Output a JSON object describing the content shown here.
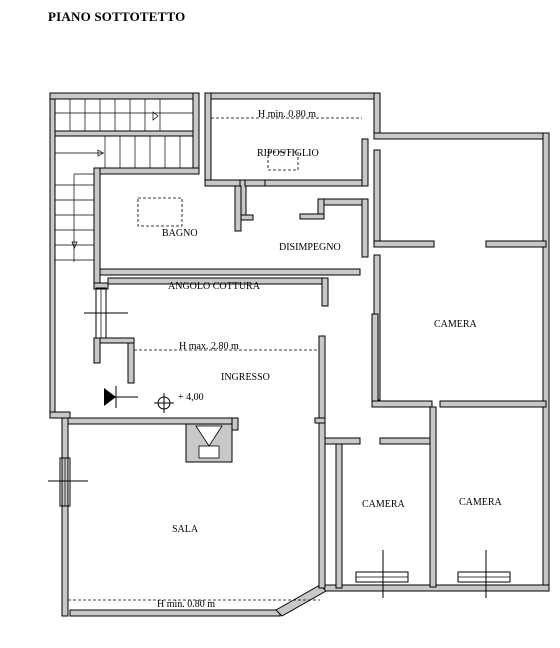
{
  "title": "PIANO SOTTOTETTO",
  "labels": {
    "h_min_top": "H min. 0.80 m",
    "ripostiglio": "RIPOSTIGLIO",
    "bagno": "BAGNO",
    "disimpegno": "DISIMPEGNO",
    "angolo_cottura": "ANGOLO COTTURA",
    "camera_1": "CAMERA",
    "h_max": "H max. 2.80 m",
    "ingresso": "INGRESSO",
    "quota": "+ 4,00",
    "camera_2": "CAMERA",
    "camera_3": "CAMERA",
    "sala": "SALA",
    "h_min_bottom": "H min. 0.80 m"
  }
}
